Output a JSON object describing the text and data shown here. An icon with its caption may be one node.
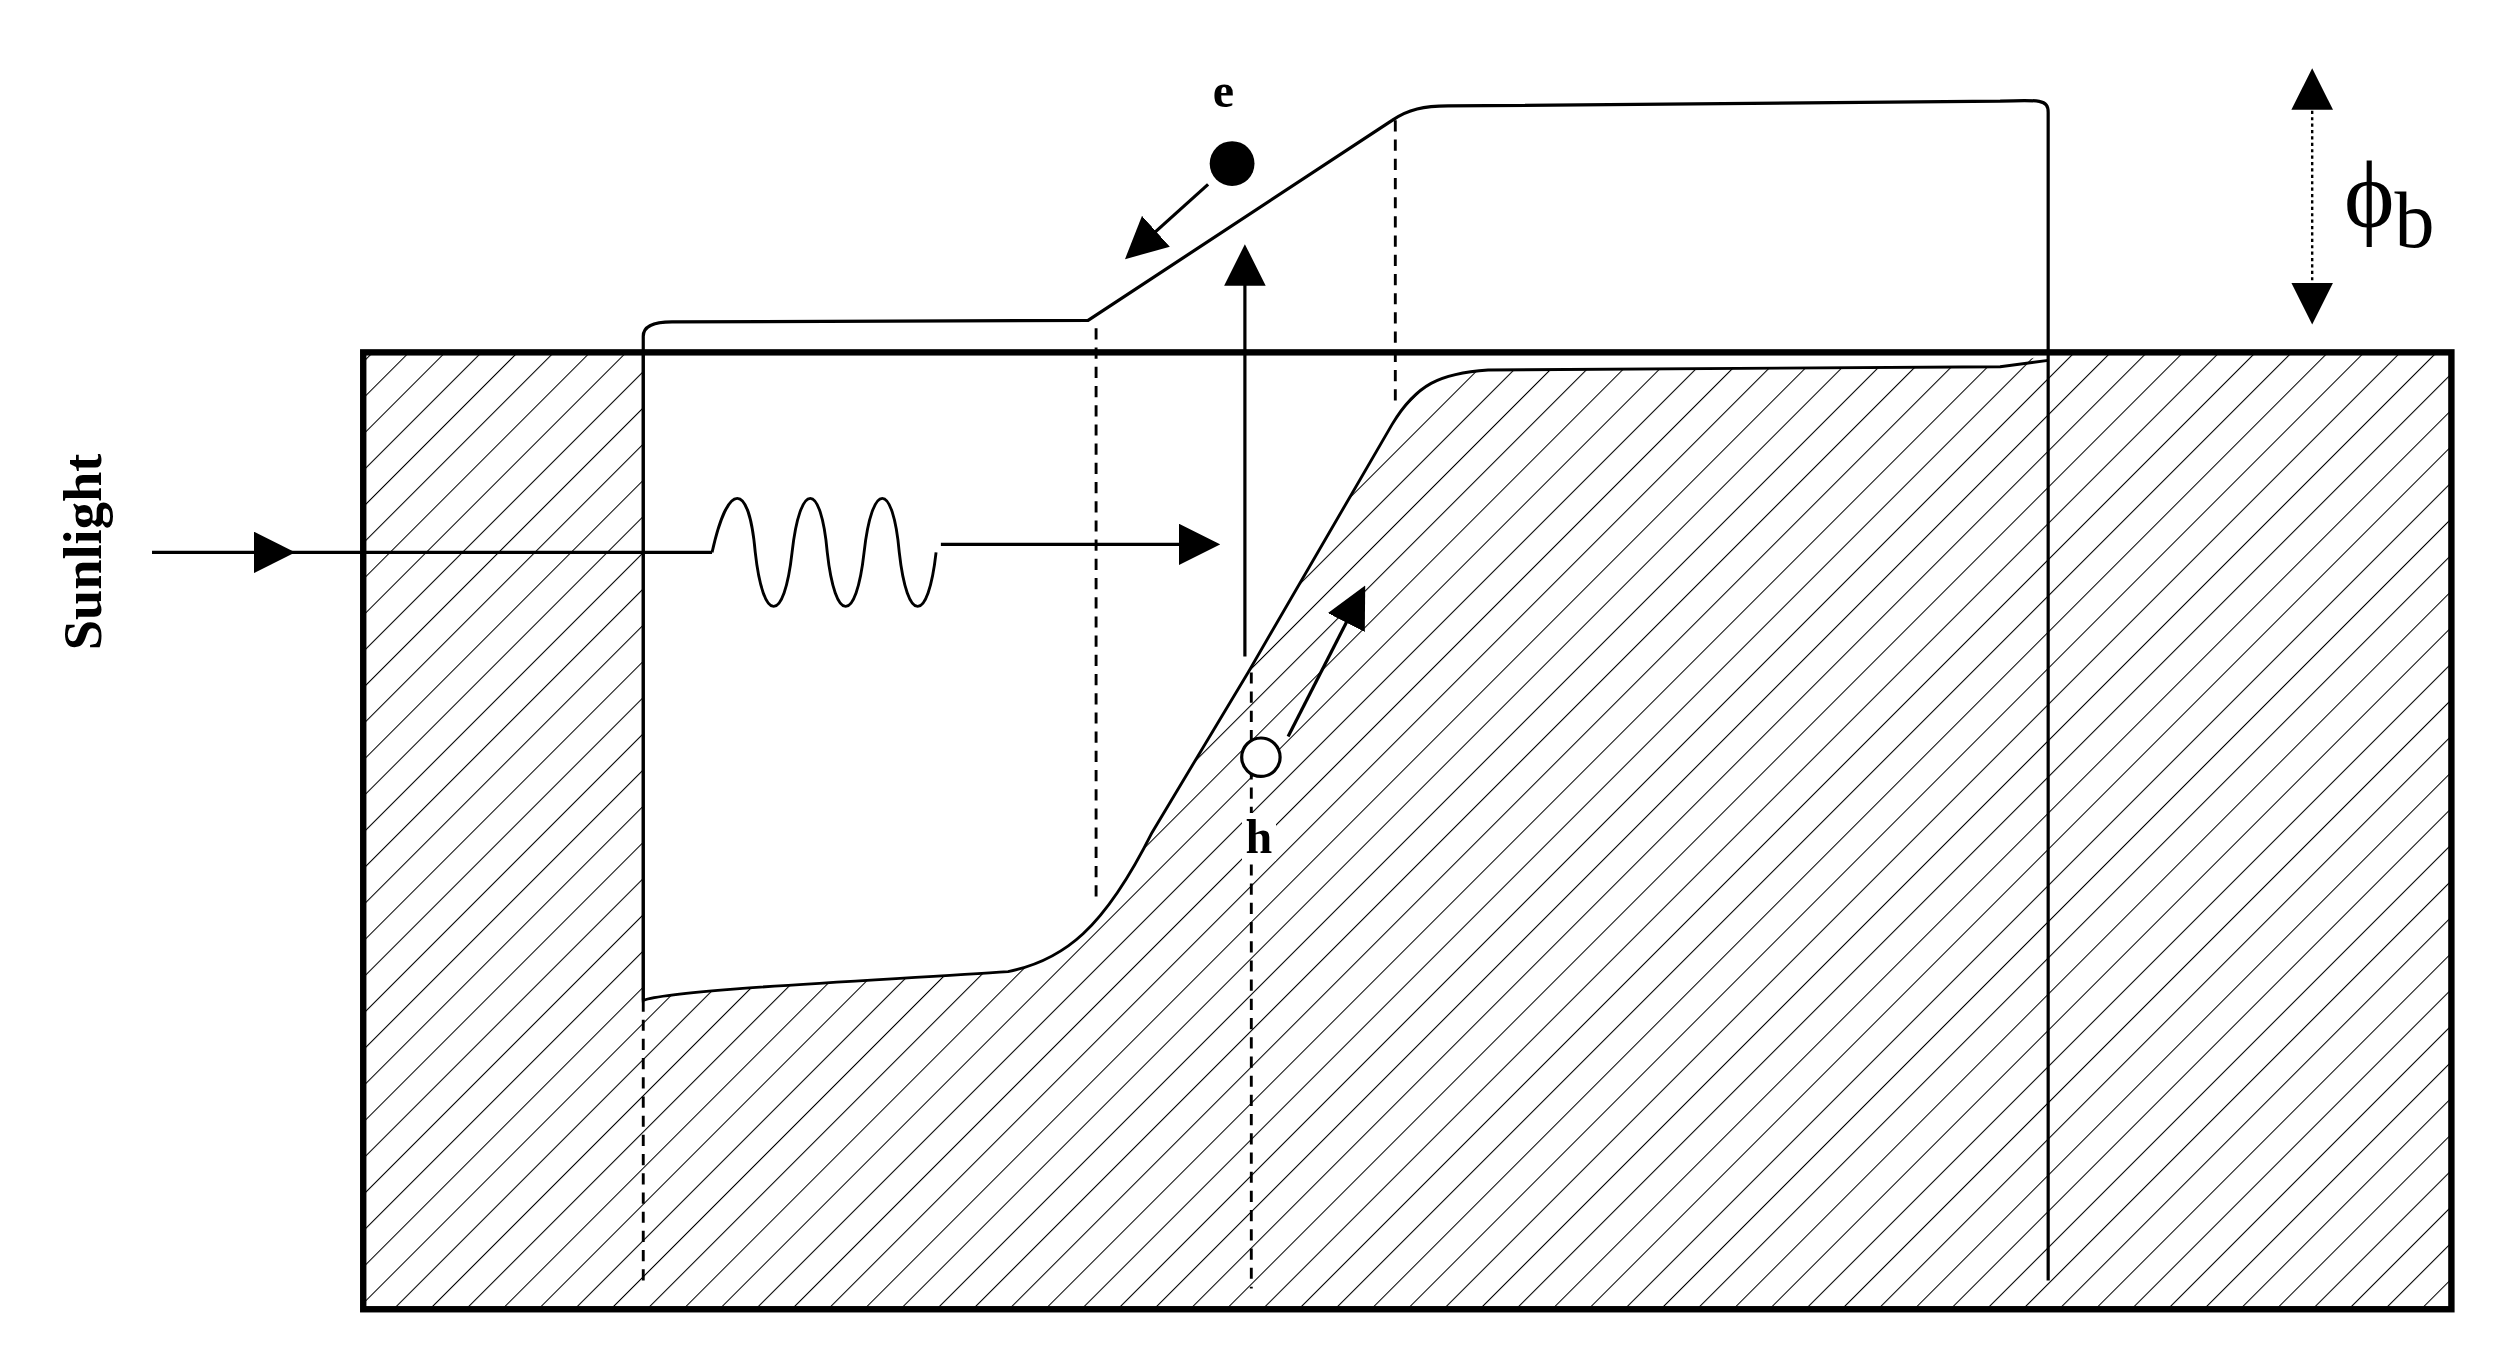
{
  "diagram": {
    "labels": [
      "e",
      "Sunlight",
      "h",
      "ϕ$_{b}$"
    ]
  }
}
